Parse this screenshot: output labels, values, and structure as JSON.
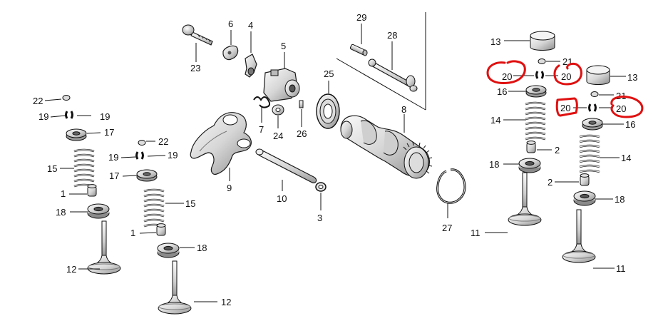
{
  "labels": {
    "p1a": "1",
    "p1b": "1",
    "p2a": "2",
    "p2b": "2",
    "p3": "3",
    "p4": "4",
    "p5": "5",
    "p6": "6",
    "p7": "7",
    "p8": "8",
    "p9": "9",
    "p10": "10",
    "p11a": "11",
    "p11b": "11",
    "p12a": "12",
    "p12b": "12",
    "p13a": "13",
    "p13b": "13",
    "p14a": "14",
    "p14b": "14",
    "p15a": "15",
    "p15b": "15",
    "p16a": "16",
    "p16b": "16",
    "p17a": "17",
    "p17b": "17",
    "p18a": "18",
    "p18b": "18",
    "p18c": "18",
    "p18d": "18",
    "p19a": "19",
    "p19b": "19",
    "p19c": "19",
    "p19d": "19",
    "p20a": "20",
    "p20b": "20",
    "p20c": "20",
    "p20d": "20",
    "p21a": "21",
    "p21b": "21",
    "p22a": "22",
    "p22b": "22",
    "p23": "23",
    "p24": "24",
    "p25": "25",
    "p26": "26",
    "p27": "27",
    "p28": "28",
    "p29": "29"
  },
  "colors": {
    "highlight": "#e01010",
    "line": "#111111",
    "metal_light": "#f2f2f2",
    "metal_mid": "#cfcfcf",
    "metal_dark": "#8a8a8a"
  }
}
